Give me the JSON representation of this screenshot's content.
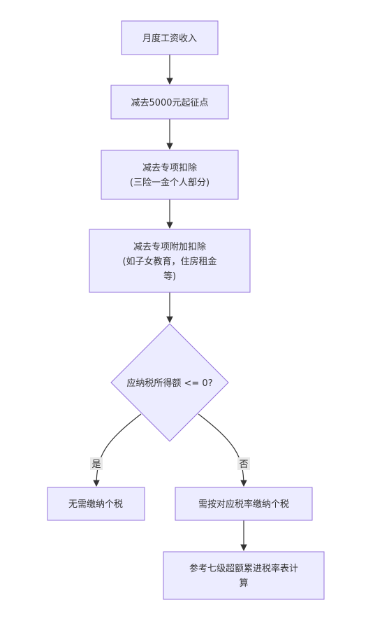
{
  "colors": {
    "node_fill": "#ECECFF",
    "node_stroke": "#9370DB",
    "edge": "#333333",
    "text": "#333333",
    "label_bg": "#E8E8E8"
  },
  "nodes": {
    "monthly_income": {
      "lines": [
        "月度工资收入"
      ]
    },
    "minus_threshold": {
      "lines": [
        "减去5000元起征点"
      ]
    },
    "minus_special": {
      "lines": [
        "减去专项扣除",
        "(三险一金个人部分)"
      ]
    },
    "minus_additional": {
      "lines": [
        "减去专项附加扣除",
        "(如子女教育，住房租金",
        "等)"
      ]
    },
    "decision": {
      "lines": [
        "应纳税所得额 <= 0?"
      ]
    },
    "no_tax": {
      "lines": [
        "无需缴纳个税"
      ]
    },
    "pay_tax": {
      "lines": [
        "需按对应税率缴纳个税"
      ]
    },
    "rate_table": {
      "lines": [
        "参考七级超额累进税率表计",
        "算"
      ]
    }
  },
  "edges": {
    "yes_label": "是",
    "no_label": "否"
  }
}
